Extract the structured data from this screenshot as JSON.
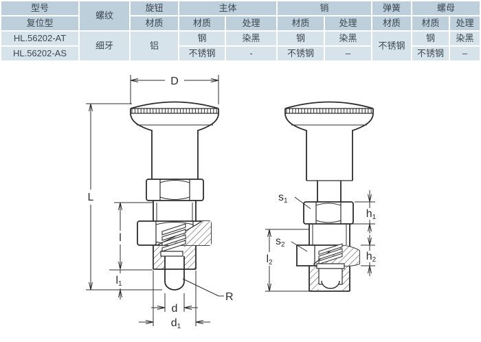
{
  "colors": {
    "header_bg": "#bccfdb",
    "row_bg": "#d7e3ea",
    "cell_gap": "#ffffff",
    "text": "#3c4650",
    "line": "#2b2b2b"
  },
  "table": {
    "headers": {
      "model": "型号",
      "model_type": "复位型",
      "thread": "螺纹",
      "knob": "旋钮",
      "body": "主体",
      "pin": "销",
      "spring": "弹簧",
      "nut": "螺母",
      "material": "材质",
      "finish": "处理"
    },
    "merged": {
      "thread_value": "细牙",
      "knob_material": "铝",
      "spring_material": "不锈钢"
    },
    "rows": [
      {
        "model": "HL.56202-AT",
        "body_material": "钢",
        "body_finish": "染黑",
        "pin_material": "钢",
        "pin_finish": "染黑",
        "nut_material": "钢",
        "nut_finish": "染黑"
      },
      {
        "model": "HL.56202-AS",
        "body_material": "不锈钢",
        "body_finish": "-",
        "pin_material": "不锈钢",
        "pin_finish": "–",
        "nut_material": "不锈钢",
        "nut_finish": "–"
      }
    ]
  },
  "drawing": {
    "labels": {
      "D": "D",
      "L": "L",
      "l": "l",
      "l1_base": "l",
      "l1_sub": "1",
      "d": "d",
      "d1_base": "d",
      "d1_sub": "1",
      "R": "R",
      "s1_base": "s",
      "s1_sub": "1",
      "s2_base": "s",
      "s2_sub": "2",
      "h1_base": "h",
      "h1_sub": "1",
      "h2_base": "h",
      "h2_sub": "2",
      "l2_base": "l",
      "l2_sub": "2"
    }
  }
}
